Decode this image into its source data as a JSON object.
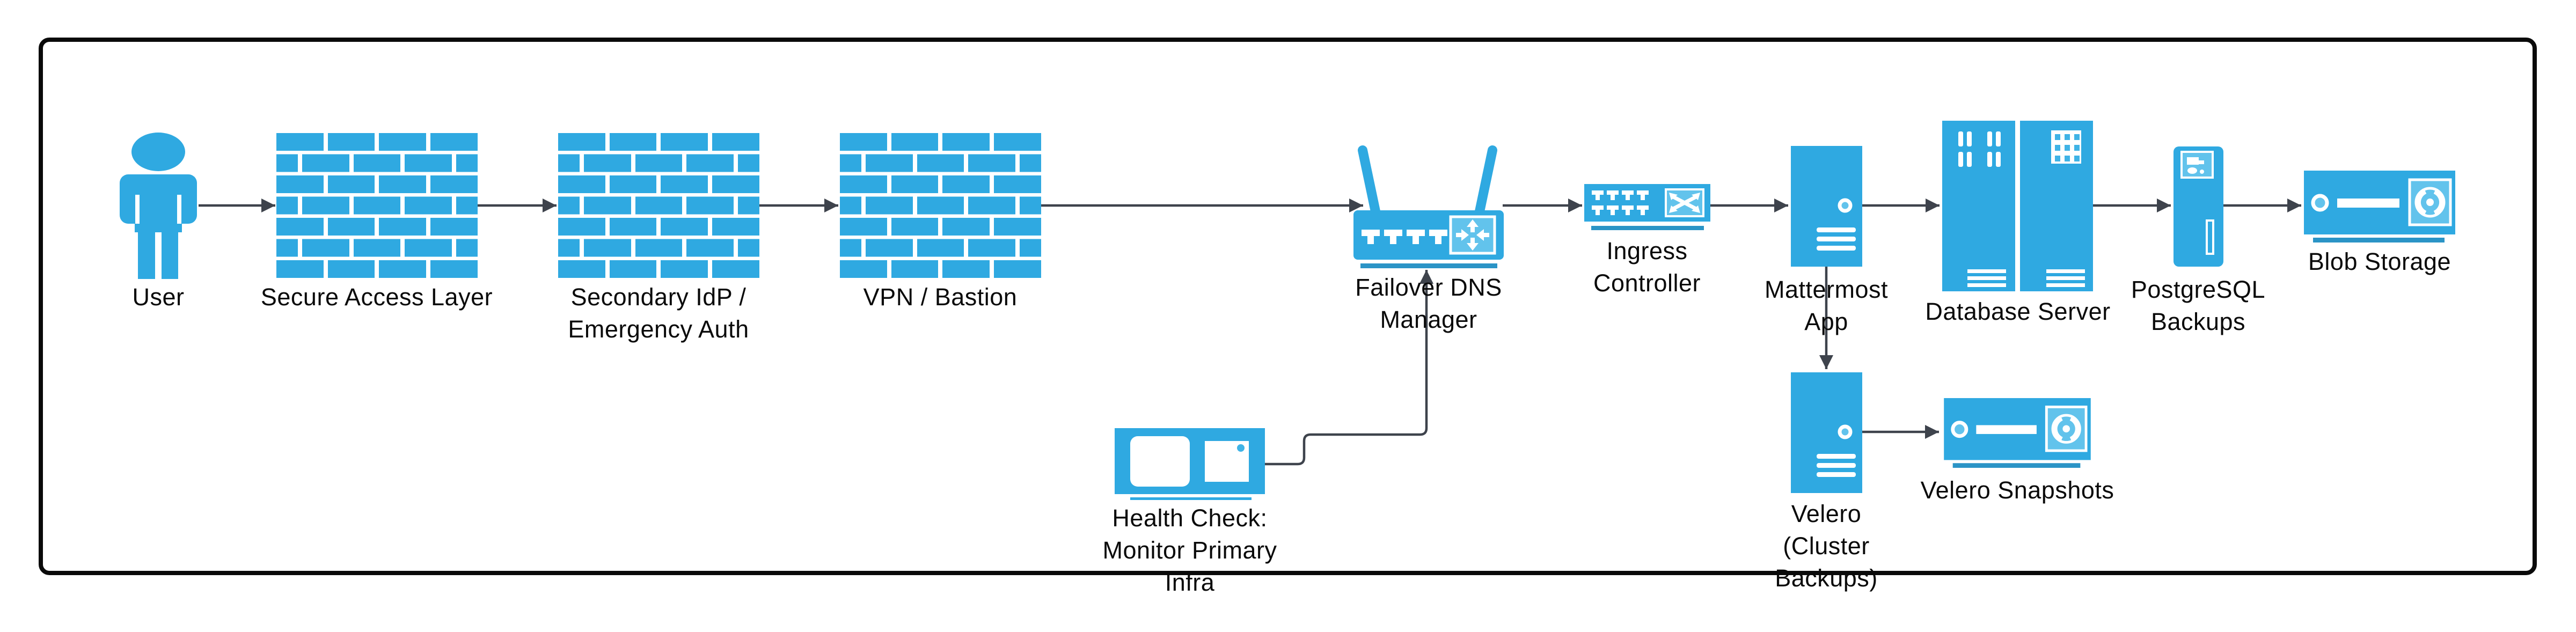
{
  "diagram": {
    "type": "infrastructure-flow-diagram",
    "nodes": {
      "user": {
        "label": "User",
        "icon": "person-icon"
      },
      "secure_access": {
        "label": "Secure Access Layer",
        "icon": "firewall-icon"
      },
      "secondary_idp": {
        "label": "Secondary IdP /\nEmergency Auth",
        "icon": "firewall-icon"
      },
      "vpn_bastion": {
        "label": "VPN / Bastion",
        "icon": "firewall-icon"
      },
      "failover_dns": {
        "label": "Failover DNS\nManager",
        "icon": "wireless-router-icon"
      },
      "ingress": {
        "label": "Ingress\nController",
        "icon": "network-switch-icon"
      },
      "mattermost": {
        "label": "Mattermost\nApp",
        "icon": "tower-server-icon"
      },
      "database": {
        "label": "Database Server",
        "icon": "server-rack-icon"
      },
      "pg_backups": {
        "label": "PostgreSQL\nBackups",
        "icon": "tower-pc-icon"
      },
      "blob": {
        "label": "Blob Storage",
        "icon": "storage-unit-icon"
      },
      "health": {
        "label": "Health Check:\nMonitor Primary\nInfra",
        "icon": "monitor-icon"
      },
      "velero": {
        "label": "Velero\n(Cluster\nBackups)",
        "icon": "tower-server-icon"
      },
      "velero_snapshots": {
        "label": "Velero Snapshots",
        "icon": "storage-unit-icon"
      }
    },
    "edges": [
      {
        "from": "user",
        "to": "secure_access"
      },
      {
        "from": "secure_access",
        "to": "secondary_idp"
      },
      {
        "from": "secondary_idp",
        "to": "vpn_bastion"
      },
      {
        "from": "vpn_bastion",
        "to": "failover_dns"
      },
      {
        "from": "failover_dns",
        "to": "ingress"
      },
      {
        "from": "ingress",
        "to": "mattermost"
      },
      {
        "from": "mattermost",
        "to": "database"
      },
      {
        "from": "database",
        "to": "pg_backups"
      },
      {
        "from": "pg_backups",
        "to": "blob"
      },
      {
        "from": "mattermost",
        "to": "velero"
      },
      {
        "from": "velero",
        "to": "velero_snapshots"
      },
      {
        "from": "health",
        "to": "failover_dns"
      }
    ]
  },
  "colors": {
    "primary": "#2FA9E1",
    "light": "#62C3EC",
    "bar": "#2B94C6",
    "dot": "#3FB3E6",
    "line": "#3E434C",
    "frame": "#0A0A0A",
    "text": "#0A0A0A"
  }
}
